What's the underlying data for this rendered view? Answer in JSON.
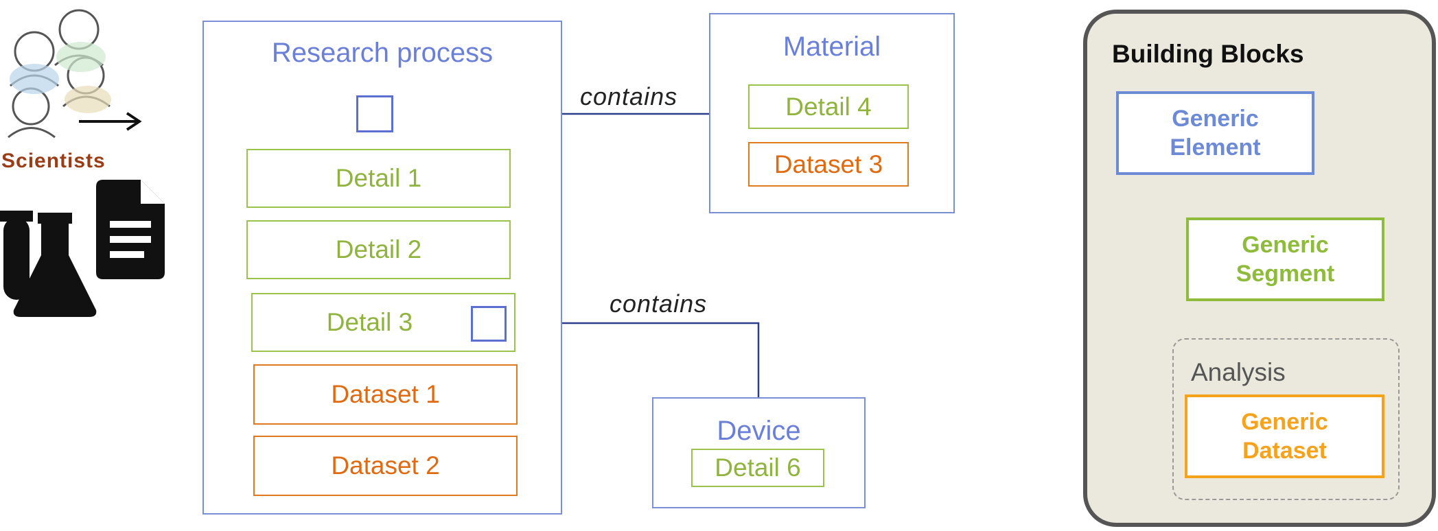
{
  "left_icon": {
    "label": "Scientists"
  },
  "research": {
    "title": "Research process",
    "details": [
      "Detail 1",
      "Detail 2",
      "Detail 3"
    ],
    "datasets": [
      "Dataset 1",
      "Dataset 2"
    ]
  },
  "material": {
    "title": "Material",
    "detail": "Detail 4",
    "dataset": "Dataset 3"
  },
  "device": {
    "title": "Device",
    "detail": "Detail 6"
  },
  "connectors": {
    "material_label": "contains",
    "device_label": "contains"
  },
  "building_blocks": {
    "title": "Building Blocks",
    "element": "Generic Element",
    "segment": "Generic Segment",
    "analysis_label": "Analysis",
    "dataset": "Generic Dataset"
  },
  "colors": {
    "blue": "#7b8fd6",
    "green": "#9bc24a",
    "orange": "#e07a1e",
    "panel": "#ebe9dd"
  }
}
